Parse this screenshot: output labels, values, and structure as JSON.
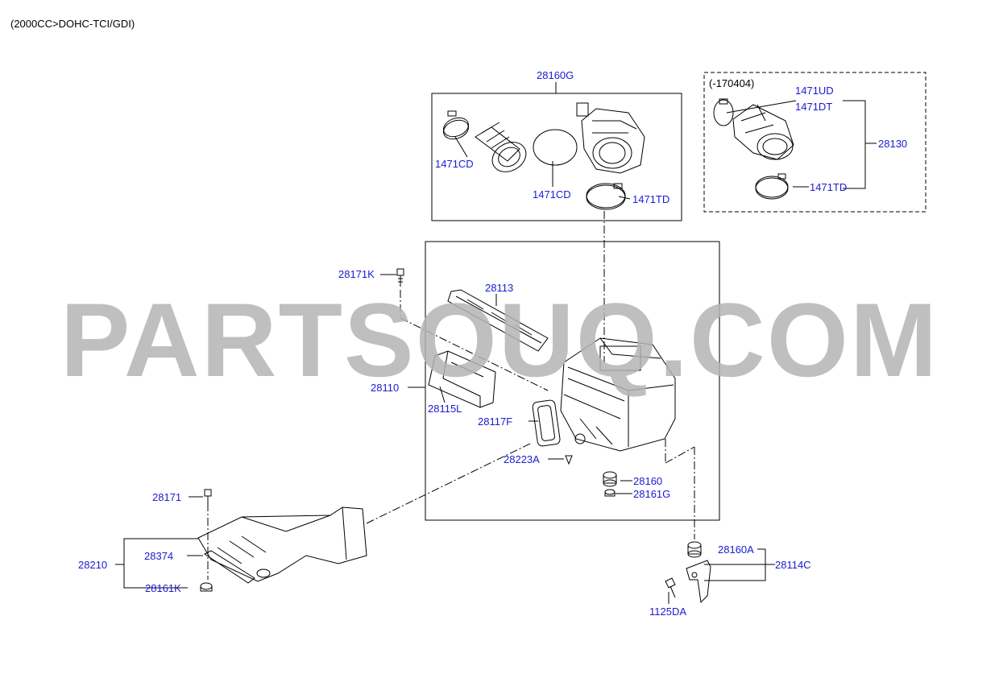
{
  "header": {
    "engine_spec": "(2000CC>DOHC-TCI/GDI)"
  },
  "watermark": {
    "text": "PARTSOUQ.COM",
    "color": "#b4b4b4"
  },
  "colors": {
    "part_number": "#1a1ad0",
    "line": "#000000"
  },
  "inset": {
    "note": "(-170404)"
  },
  "parts": {
    "p28160G": "28160G",
    "p1471CD_a": "1471CD",
    "p1471CD_b": "1471CD",
    "p1471TD_a": "1471TD",
    "p1471UD": "1471UD",
    "p1471DT": "1471DT",
    "p28130": "28130",
    "p1471TD_b": "1471TD",
    "p28171K": "28171K",
    "p28113": "28113",
    "p28110": "28110",
    "p28115L": "28115L",
    "p28117F": "28117F",
    "p28223A": "28223A",
    "p28160": "28160",
    "p28161G": "28161G",
    "p28171": "28171",
    "p28374": "28374",
    "p28210": "28210",
    "p28161K": "28161K",
    "p28160A": "28160A",
    "p28114C": "28114C",
    "p1125DA": "1125DA"
  }
}
